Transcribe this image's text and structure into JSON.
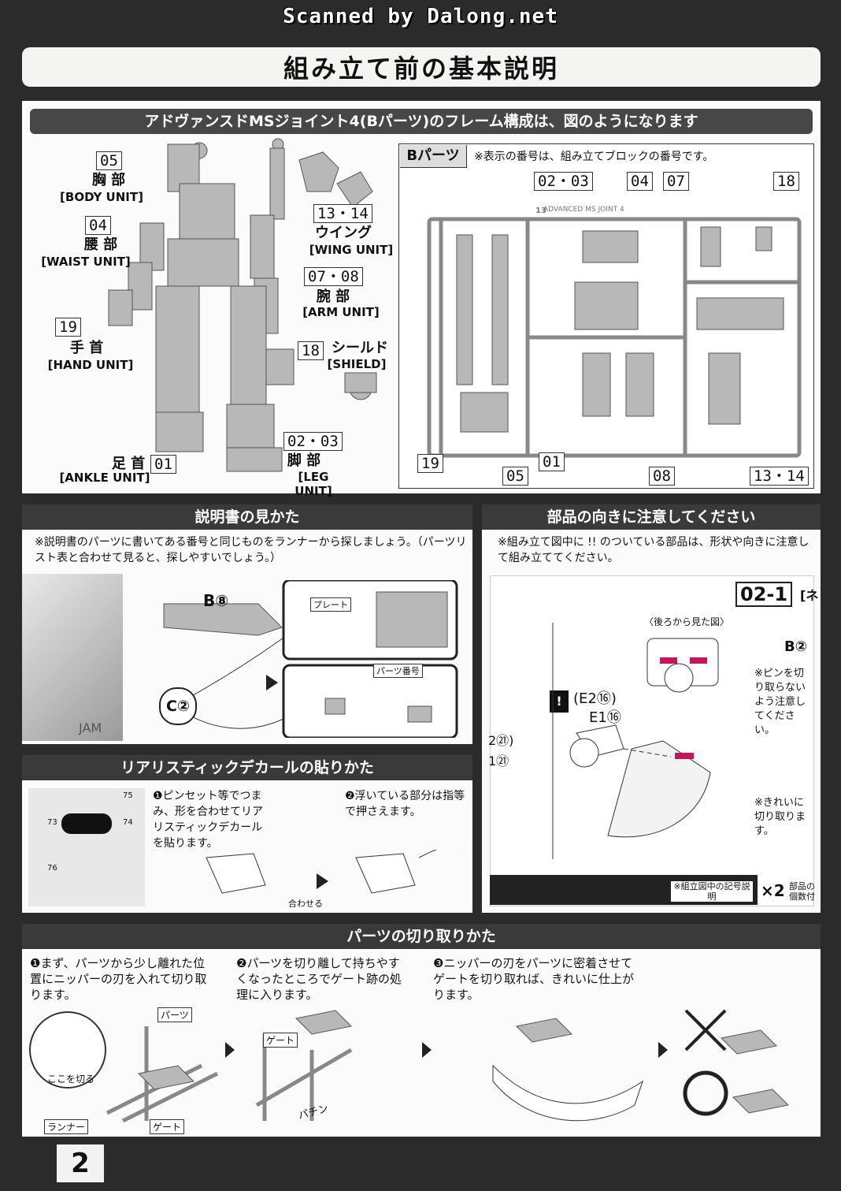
{
  "watermark": "Scanned by Dalong.net",
  "page_title": "組み立て前の基本説明",
  "section1": {
    "header": "アドヴァンスドMSジョイント4(Bパーツ)のフレーム構成は、図のようになります",
    "units": [
      {
        "num": "05",
        "jp": "胸 部",
        "en": "[BODY UNIT]"
      },
      {
        "num": "04",
        "jp": "腰 部",
        "en": "[WAIST UNIT]"
      },
      {
        "num": "19",
        "jp": "手 首",
        "en": "[HAND UNIT]"
      },
      {
        "num": "01",
        "jp": "足 首",
        "en": "[ANKLE UNIT]"
      },
      {
        "num": "13・14",
        "jp": "ウイング",
        "en": "[WING UNIT]"
      },
      {
        "num": "07・08",
        "jp": "腕 部",
        "en": "[ARM UNIT]"
      },
      {
        "num": "18",
        "jp": "シールド",
        "en": "[SHIELD]"
      },
      {
        "num": "02・03",
        "jp": "脚 部",
        "en": "[LEG UNIT]"
      }
    ],
    "bparts_label": "Bパーツ",
    "bparts_note": "※表示の番号は、組み立てブロックの番号です。",
    "runner_text": "ADVANCED MS JOINT 4",
    "runner_tag": "13",
    "runner_labels": [
      "02・03",
      "04",
      "07",
      "18",
      "19",
      "05",
      "01",
      "08",
      "13・14"
    ]
  },
  "section2": {
    "header": "説明書の見かた",
    "note": "※説明書のパーツに書いてある番号と同じものをランナーから探しましょう。（パーツリスト表と合わせて見ると、探しやすいでしょう。）",
    "b_label": "B⑧",
    "c_label": "C②",
    "plate_label": "プレート",
    "parts_no_label": "パーツ番号",
    "side_text": "JAM"
  },
  "section3": {
    "header": "部品の向きに注意してください",
    "note": "※組み立て図中に !! のついている部品は、形状や向きに注意して組み立ててください。",
    "step_no": "02-1",
    "step_tail": "[ネ",
    "back_view": "〈後ろから見た図〉",
    "e2": "(E2⑯)",
    "e1": "E1⑯",
    "left_frag1": "2㉑)",
    "left_frag2": "1㉑",
    "right_b": "B②",
    "right_note1": "※ピンを切り取らないよう注意してください。",
    "right_note2": "※きれいに切り取ります。",
    "footer_note": "※組立図中の記号説明",
    "x2": "×2",
    "x2_note": "部品の個数付"
  },
  "section4": {
    "header": "リアリスティックデカールの貼りかた",
    "step1": "❶ピンセット等でつまみ、形を合わせてリアリスティックデカールを貼ります。",
    "step2": "❷浮いている部分は指等で押さえます。",
    "match_label": "合わせる",
    "decal_nums": [
      "73",
      "74",
      "75",
      "76"
    ]
  },
  "section5": {
    "header": "パーツの切り取りかた",
    "step1": "❶まず、パーツから少し離れた位置にニッパーの刃を入れて切り取ります。",
    "step2": "❷パーツを切り離して持ちやすくなったところでゲート跡の処理に入ります。",
    "step3": "❸ニッパーの刃をパーツに密着させてゲートを切り取れば、きれいに仕上がります。",
    "parts_label": "パーツ",
    "cut_here": "ここを切る",
    "runner_label": "ランナー",
    "gate_label": "ゲート",
    "gate_label2": "ゲート",
    "pachin": "パチン",
    "bad": "✕",
    "good": "○"
  },
  "page_number": "2"
}
